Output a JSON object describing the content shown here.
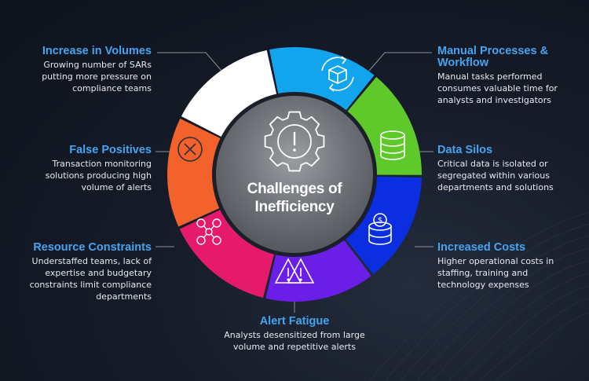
{
  "center": {
    "line1": "Challenges of",
    "line2": "Inefficiency",
    "icon": "gear-alert-icon"
  },
  "segments": [
    {
      "id": "increase-in-volumes",
      "title": "Increase in Volumes",
      "desc": [
        "Growing number of SARs",
        "putting more pressure on",
        "compliance teams"
      ],
      "color": "#12a5ee",
      "icon": "chart-line-icon"
    },
    {
      "id": "manual-processes",
      "title": [
        "Manual Processes &",
        "Workflow"
      ],
      "desc": [
        "Manual tasks performed",
        "consumes valuable time for",
        "analysts and investigators"
      ],
      "color": "#5fc92b",
      "icon": "box-cycle-icon"
    },
    {
      "id": "data-silos",
      "title": "Data Silos",
      "desc": [
        "Critical data is isolated or",
        "segregated within various",
        "departments and solutions"
      ],
      "color": "#0a2ee0",
      "icon": "database-icon"
    },
    {
      "id": "increased-costs",
      "title": "Increased Costs",
      "desc": [
        "Higher operational costs in",
        "staffing, training and",
        "technology expenses"
      ],
      "color": "#6a1ee8",
      "icon": "coins-icon"
    },
    {
      "id": "alert-fatigue",
      "title": "Alert Fatigue",
      "desc": [
        "Analysts desensitized from large",
        "volume and repetitive alerts"
      ],
      "color": "#e51a6a",
      "icon": "warning-icon"
    },
    {
      "id": "resource-constraints",
      "title": "Resource Constraints",
      "desc": [
        "Understaffed teams, lack of",
        "expertise and budgetary",
        "constraints limit compliance",
        "departments"
      ],
      "color": "#f2622a",
      "icon": "team-network-icon"
    },
    {
      "id": "false-positives",
      "title": "False Positives",
      "desc": [
        "Transaction monitoring",
        "solutions producing high",
        "volume of alerts"
      ],
      "color": "#ffffff",
      "icon": "x-circle-icon"
    }
  ]
}
